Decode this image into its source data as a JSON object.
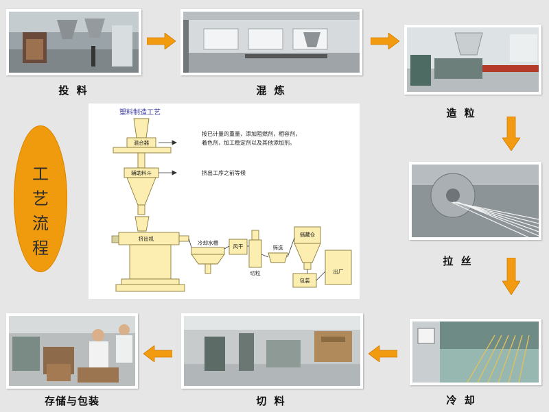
{
  "steps": {
    "feeding": "投 料",
    "mixing": "混 炼",
    "pelletizing": "造 粒",
    "drawing": "拉 丝",
    "cooling": "冷 却",
    "cutting": "切 料",
    "storage": "存储与包装"
  },
  "oval": {
    "label_chars": [
      "工",
      "艺",
      "流",
      "程"
    ],
    "color": "#f09a0d"
  },
  "diagram": {
    "title": "塑料制造工艺",
    "note_mixer_1": "按已计量的重量，添加阻燃剂，相容剂，",
    "note_mixer_2": "着色剂，加工稳定剂以及其他添加剂。",
    "note_hopper": "挤出工序之前等候",
    "mixer": "混合器",
    "hopper": "辅助料斗",
    "extruder": "挤出机",
    "cooling_tank": "冷却水槽",
    "air_dry": "风干",
    "cut": "切粒",
    "screen": "筛选",
    "storage_bin": "储藏仓",
    "pack": "包装",
    "ship": "出厂"
  },
  "colors": {
    "arrow": "#f29a10",
    "diagram_fill": "#fbeeb0",
    "diagram_stroke": "#8a7a3a"
  }
}
